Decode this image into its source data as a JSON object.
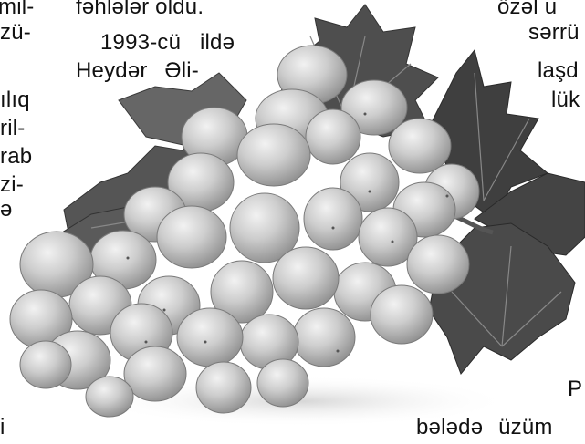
{
  "left_column_fragments": [
    "mil-",
    "zü-",
    "ılıq",
    "ril-",
    "rab",
    "zi-",
    "ə",
    "i"
  ],
  "center_column_lines": [
    "fəhlələr oldu.",
    "1993-cü ildə",
    "Heydər Əli-"
  ],
  "right_column_fragments": [
    "özəl u",
    "sərrü",
    "laşd",
    "lük",
    "P"
  ],
  "bottom_line": "bələdə üzüm",
  "image": {
    "subject": "grapes-with-leaves",
    "tone": "grayscale"
  }
}
